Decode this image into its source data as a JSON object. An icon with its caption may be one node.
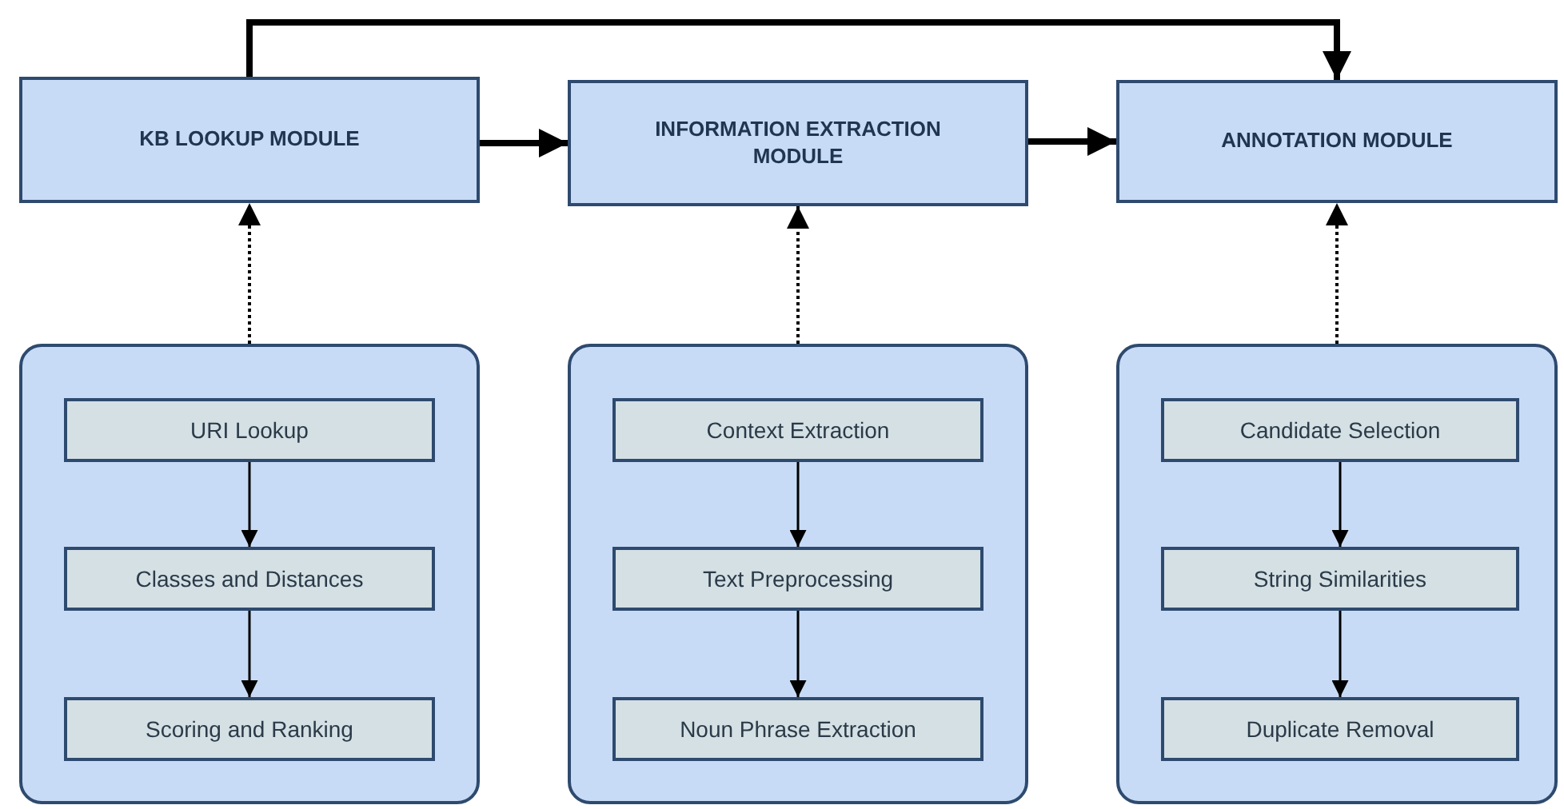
{
  "diagram": {
    "nodes": [
      {
        "text": [
          "KB LOOKUP MODULE"
        ]
      },
      {
        "text": [
          "INFORMATION EXTRACTION MODULE"
        ]
      },
      {
        "text": [
          "ANNOTATION MODULE"
        ]
      },
      {
        "text": [],
        "shape": "box"
      },
      {
        "text": [
          "URI Lookup"
        ],
        "in": 3
      },
      {
        "text": [
          "Classes and Distances"
        ],
        "in": 3
      },
      {
        "text": [
          "Scoring and Ranking"
        ],
        "in": 3
      },
      {
        "text": [],
        "shape": "box"
      },
      {
        "text": [
          "Context Extraction"
        ],
        "in": 7
      },
      {
        "text": [
          "Text Preprocessing"
        ],
        "in": 7
      },
      {
        "text": [
          "Noun Phrase Extraction"
        ],
        "in": 7
      },
      {
        "text": [],
        "shape": "box"
      },
      {
        "text": [
          "Candidate Selection"
        ],
        "in": 11
      },
      {
        "text": [
          "String Similarities"
        ],
        "in": 11
      },
      {
        "text": [
          "Duplicate Removal"
        ],
        "in": 11
      }
    ],
    "edges": [
      {
        "from": 0,
        "to": 1,
        "arrow": "to",
        "style": "thick"
      },
      {
        "from": 1,
        "to": 2,
        "arrow": "to",
        "style": "thick"
      },
      {
        "from": 0,
        "to": 2,
        "arrow": "to",
        "style": "thick"
      },
      {
        "from": 3,
        "to": 0,
        "arrow": "to",
        "style": "dashed"
      },
      {
        "from": 7,
        "to": 1,
        "arrow": "to",
        "style": "dashed"
      },
      {
        "from": 11,
        "to": 2,
        "arrow": "to",
        "style": "dashed"
      },
      {
        "from": 4,
        "to": 5,
        "arrow": "to"
      },
      {
        "from": 5,
        "to": 6,
        "arrow": "to"
      },
      {
        "from": 8,
        "to": 9,
        "arrow": "to"
      },
      {
        "from": 9,
        "to": 10,
        "arrow": "to"
      },
      {
        "from": 12,
        "to": 13,
        "arrow": "to"
      },
      {
        "from": 13,
        "to": 14,
        "arrow": "to"
      }
    ]
  }
}
